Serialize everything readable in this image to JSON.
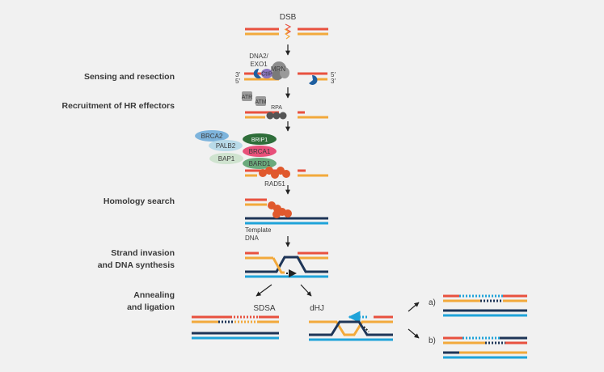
{
  "colors": {
    "red": "#e8513f",
    "orange": "#f2a93b",
    "navy": "#1e3557",
    "cyan": "#1fa3d9",
    "arrow": "#222222",
    "mrn": "#8c8c8c",
    "ctip": "#8a75c0",
    "exo": "#1f5fa0",
    "rad51": "#e0592d",
    "brca2": "#7eb4dc",
    "palb2": "#b8dae8",
    "bap1": "#cfe3cf",
    "brca1": "#e8507a",
    "bard1": "#6aaa7c",
    "brip1": "#2f6e3a"
  },
  "stages": {
    "sensing": "Sensing and resection",
    "recruitment": "Recruitment of HR effectors",
    "homology": "Homology search",
    "invasion_1": "Strand invasion",
    "invasion_2": "and DNA synthesis",
    "annealing_1": "Annealing",
    "annealing_2": "and ligation"
  },
  "labels": {
    "dsb": "DSB",
    "dna2_1": "DNA2/",
    "dna2_2": "EXO1",
    "ctip": "CtIP",
    "mrn": "MRN",
    "prime_3": "3′",
    "prime_5": "5′",
    "atr": "ATR",
    "atm": "ATM",
    "rpa": "RPA",
    "brca2": "BRCA2",
    "palb2": "PALB2",
    "bap1": "BAP1",
    "brip1": "BRIP1",
    "brca1": "BRCA1",
    "bard1": "BARD1",
    "rad51": "RAD51",
    "template_1": "Template",
    "template_2": "DNA",
    "sdsa": "SDSA",
    "dhj": "dHJ",
    "outcome_a": "a)",
    "outcome_b": "b)"
  }
}
